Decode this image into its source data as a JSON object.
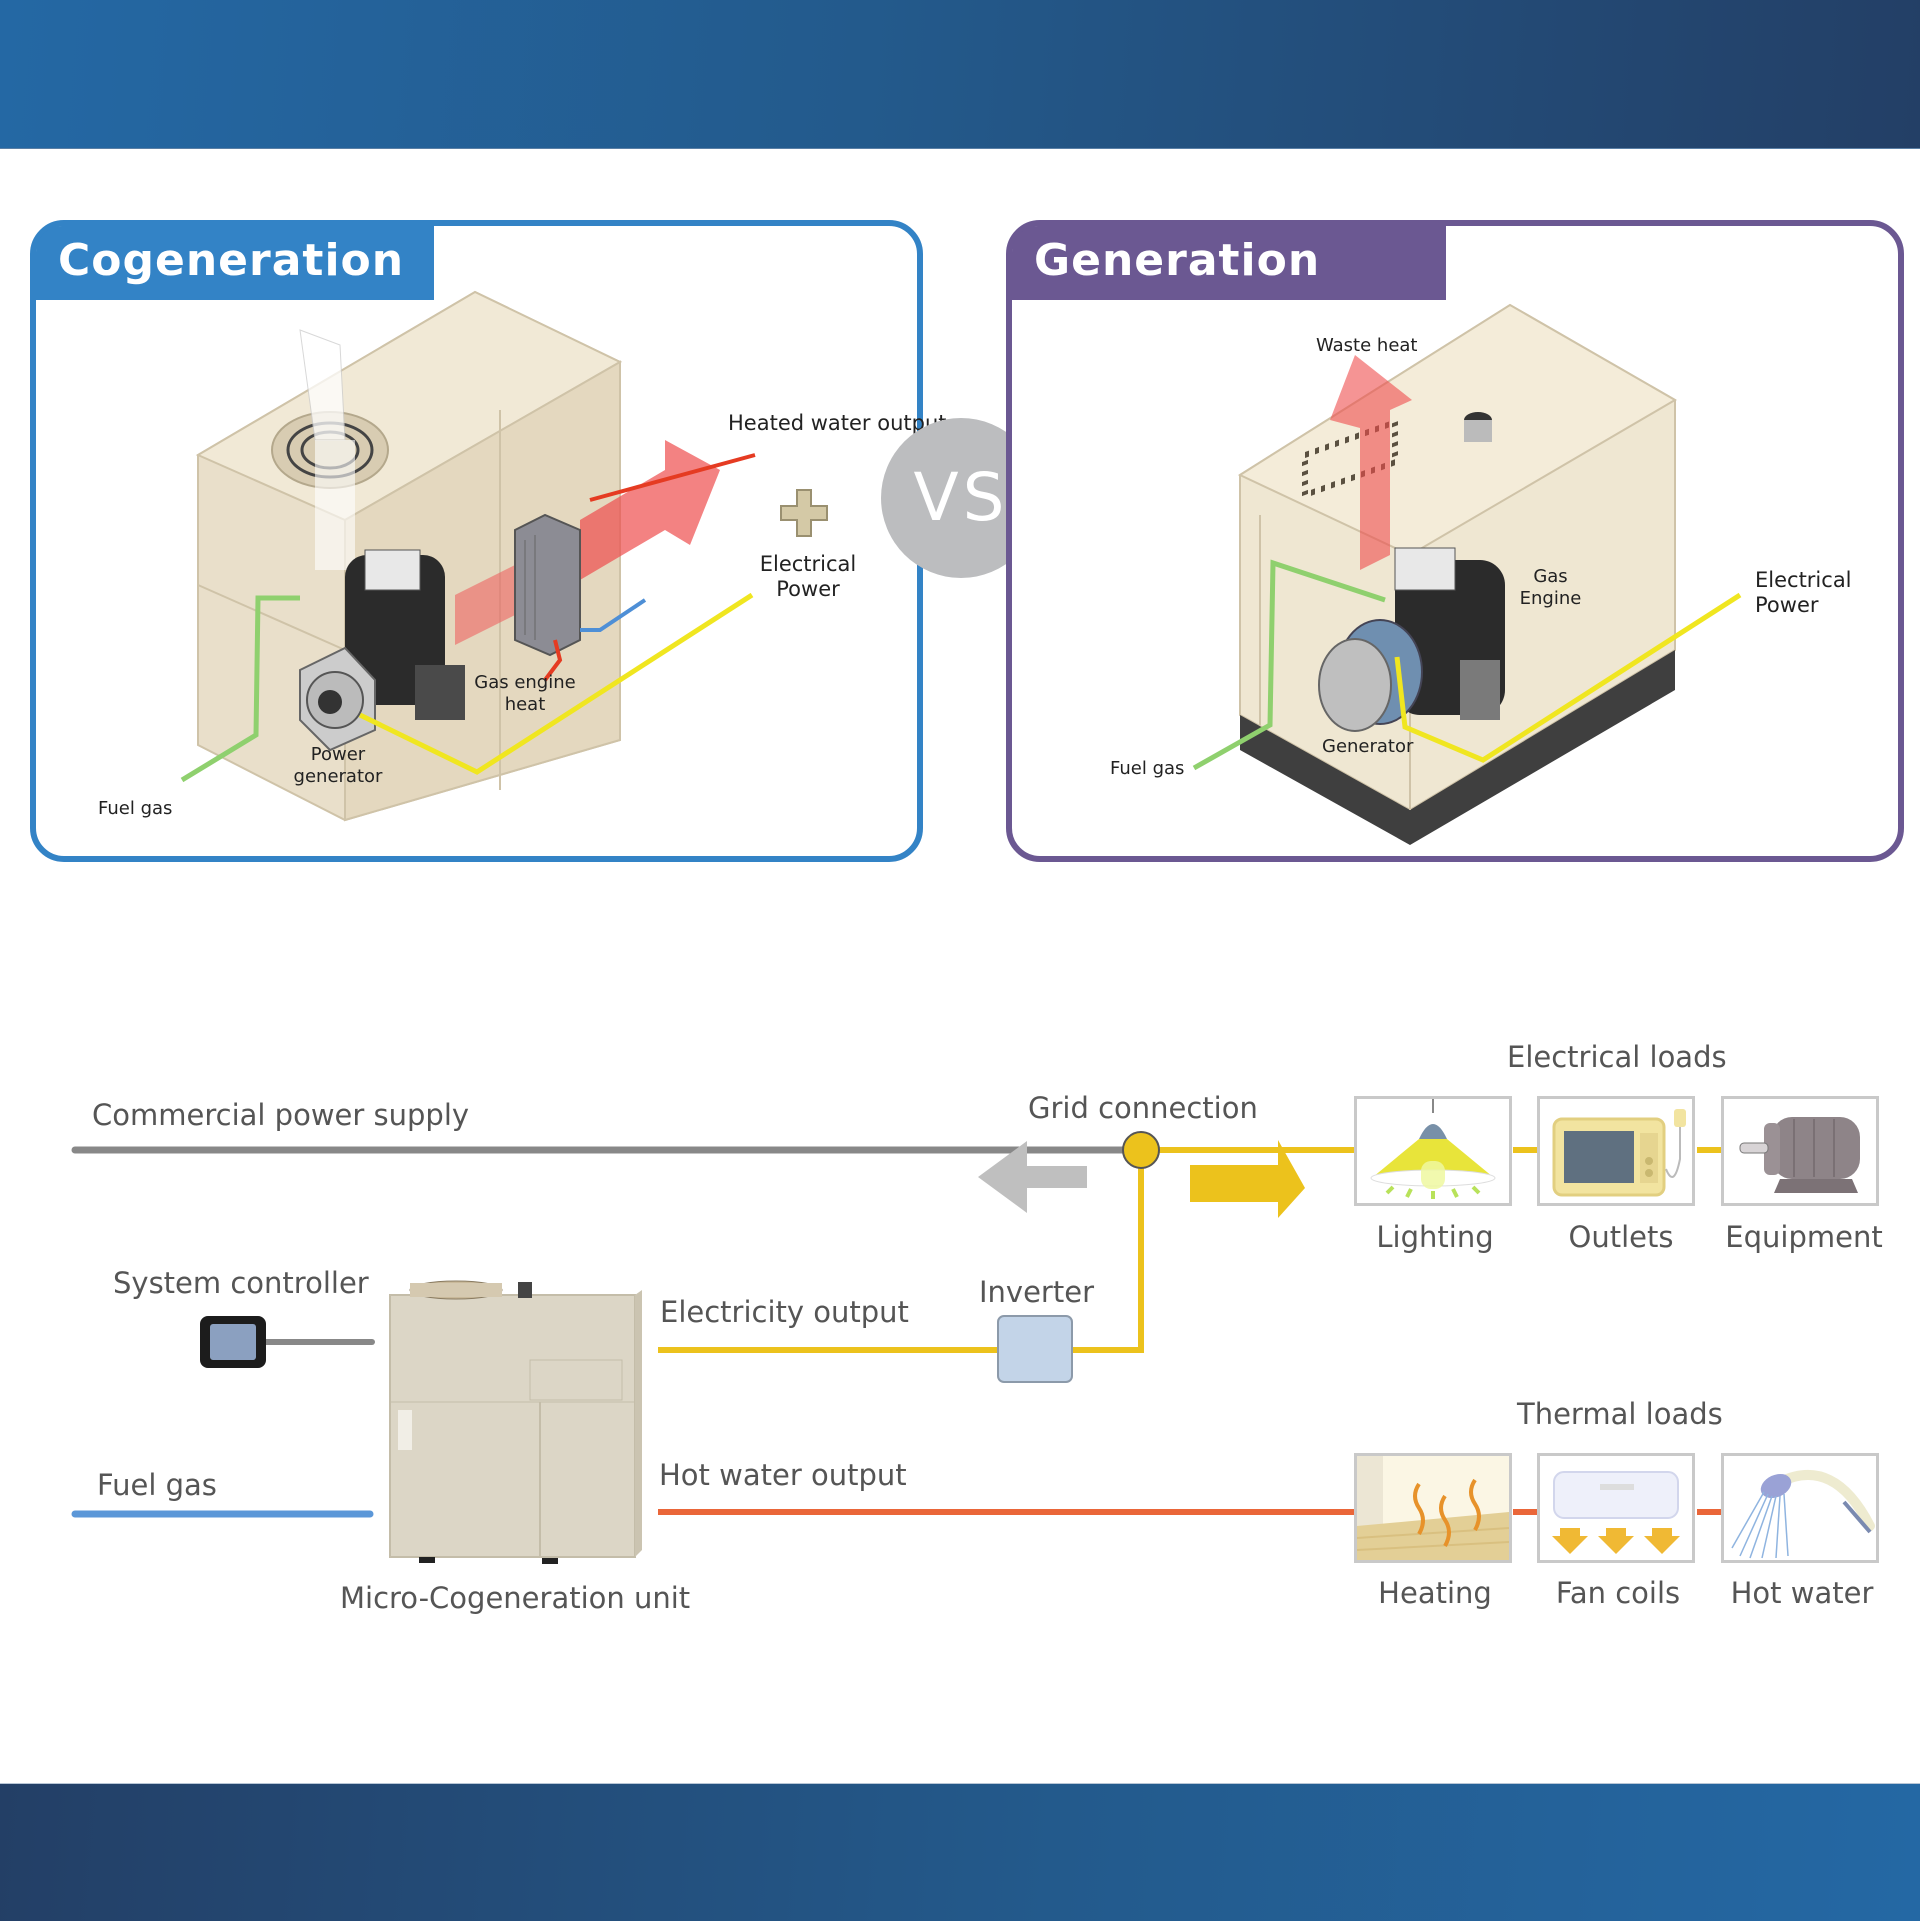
{
  "colors": {
    "cogeneration_accent": "#3383c6",
    "generation_accent": "#6b5892",
    "vs_badge": "#bcbdbf",
    "electricity_line": "#ecc21c",
    "commercial_line": "#888888",
    "fuel_gas_line": "#5b97d8",
    "hot_water_line": "#ea6639",
    "diagram_fuel_gas_line": "#8fd06e",
    "diagram_power_line": "#f0e620"
  },
  "comparison": {
    "vs_label": "VS",
    "cogeneration": {
      "title": "Cogeneration",
      "labels": {
        "heated_water_output": "Heated water output",
        "plus": "+",
        "electrical_power": "Electrical Power",
        "gas_engine_heat": "Gas engine heat",
        "power_generator": "Power generator",
        "fuel_gas": "Fuel gas"
      }
    },
    "generation": {
      "title": "Generation",
      "labels": {
        "waste_heat": "Waste heat",
        "gas_engine": "Gas Engine",
        "electrical_power": "Electrical Power",
        "generator": "Generator",
        "fuel_gas": "Fuel gas"
      }
    }
  },
  "system_diagram": {
    "commercial_power_supply": "Commercial power supply",
    "grid_connection": "Grid connection",
    "system_controller": "System controller",
    "electricity_output": "Electricity output",
    "inverter": "Inverter",
    "fuel_gas": "Fuel gas",
    "hot_water_output": "Hot water output",
    "unit_label": "Micro-Cogeneration unit",
    "electrical_loads": {
      "title": "Electrical loads",
      "items": [
        {
          "label": "Lighting",
          "icon": "lamp-icon"
        },
        {
          "label": "Outlets",
          "icon": "microwave-icon"
        },
        {
          "label": "Equipment",
          "icon": "motor-icon"
        }
      ]
    },
    "thermal_loads": {
      "title": "Thermal loads",
      "items": [
        {
          "label": "Heating",
          "icon": "floor-heating-icon"
        },
        {
          "label": "Fan coils",
          "icon": "air-conditioner-icon"
        },
        {
          "label": "Hot water",
          "icon": "shower-icon"
        }
      ]
    }
  }
}
